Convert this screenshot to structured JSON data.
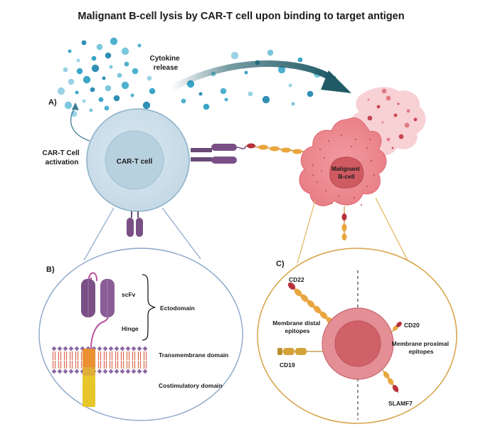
{
  "title": "Malignant B-cell lysis by CAR-T cell upon binding to target antigen",
  "panel_a": {
    "label": "A)",
    "cytokine_line1": "Cytokine",
    "cytokine_line2": "release",
    "activation_line1": "CAR-T Cell",
    "activation_line2": "activation",
    "cart_cell": "CAR-T cell",
    "bcell_line1": "Malignant",
    "bcell_line2": "B-cell"
  },
  "panel_b": {
    "label": "B)",
    "scfv": "scFv",
    "hinge": "Hinge",
    "ectodomain": "Ectodomain",
    "transmembrane": "Transmembrane domain",
    "costimulatory": "Costimulatory domain"
  },
  "panel_c": {
    "label": "C)",
    "cd22": "CD22",
    "cd20": "CD20",
    "cd19": "CD19",
    "slamf7": "SLAMF7",
    "distal_line1": "Membrane distal",
    "distal_line2": "epitopes",
    "proximal_line1": "Membrane proximal",
    "proximal_line2": "epitopes"
  },
  "colors": {
    "cart_cell": "#cfe0ea",
    "cart_nucleus": "#b7d1e0",
    "bcell": "#ef8a8f",
    "bcell_nucleus": "#cf5a62",
    "car_receptor": "#7a4f86",
    "antigen_orange": "#e9a640",
    "antigen_red": "#b8303a",
    "cytokine": "#3aa6c8",
    "arrow": "#1f5a66",
    "costim_yellow": "#e7c62b"
  }
}
